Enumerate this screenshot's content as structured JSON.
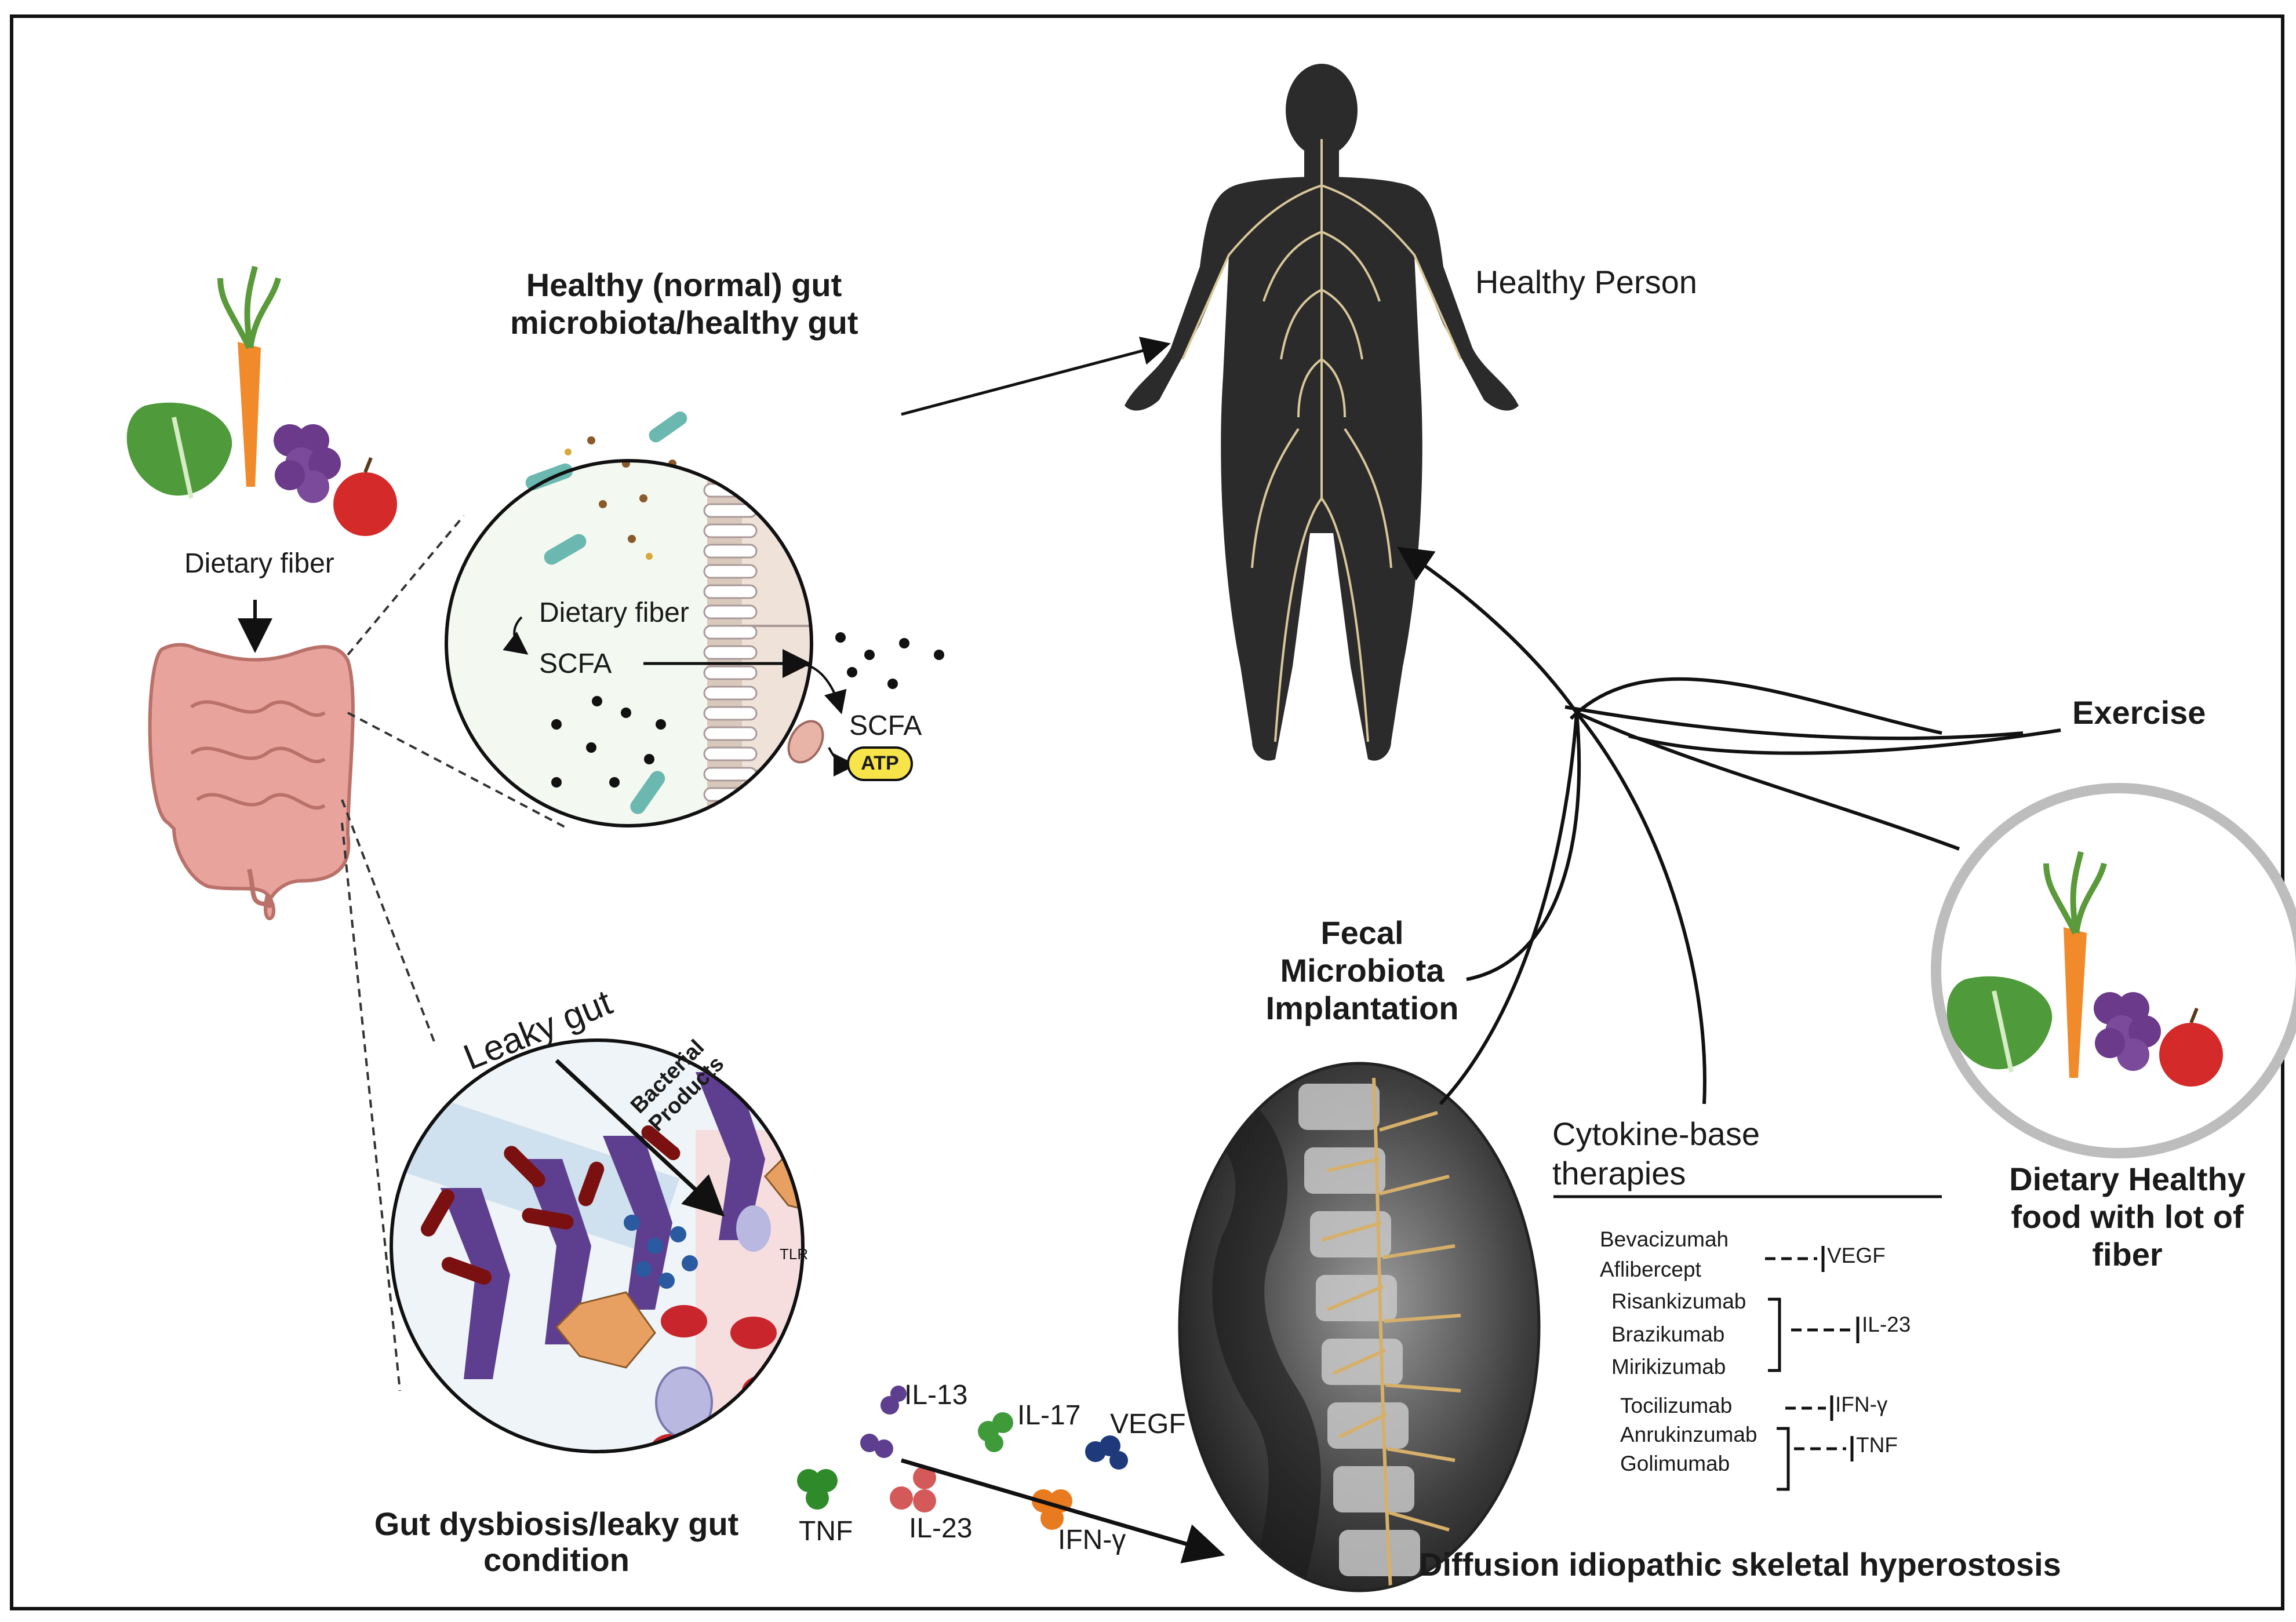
{
  "food_left": {
    "label": "Dietary fiber"
  },
  "healthy_gut": {
    "title_line1": "Healthy (normal) gut",
    "title_line2": "microbiota/healthy gut",
    "dietary_fiber": "Dietary fiber",
    "scfa_left": "SCFA",
    "scfa_right": "SCFA",
    "atp": "ATP"
  },
  "person": {
    "label": "Healthy Person"
  },
  "leaky_gut": {
    "leaky_label": "Leaky gut",
    "bacterial_products": "Bacterial Products",
    "tlr": "TLR",
    "caption_line1": "Gut dysbiosis/leaky gut",
    "caption_line2": "condition"
  },
  "cytokines": [
    "IL-13",
    "IL-17",
    "VEGF",
    "TNF",
    "IL-23",
    "IFN-γ"
  ],
  "interventions": {
    "exercise": "Exercise",
    "fmt_line1": "Fecal",
    "fmt_line2": "Microbiota",
    "fmt_line3": "Implantation",
    "food_line1": "Dietary Healthy",
    "food_line2": "food with lot of",
    "food_line3": "fiber"
  },
  "therapies": {
    "title_line1": "Cytokine-base",
    "title_line2": "therapies",
    "groups": [
      {
        "drugs": [
          "Bevacizumah",
          "Aflibercept"
        ],
        "target": "VEGF"
      },
      {
        "drugs": [
          "Risankizumab",
          "Brazikumab",
          "Mirikizumab"
        ],
        "target": "IL-23"
      },
      {
        "drugs": [
          "Tocilizumab"
        ],
        "target": "IFN-γ"
      },
      {
        "drugs": [
          "Anrukinzumab",
          "Golimumab"
        ],
        "target": "TNF"
      }
    ]
  },
  "dish": {
    "label": "Diffusion idiopathic skeletal hyperostosis"
  },
  "colors": {
    "body_fill": "#2b2b2b",
    "nerve": "#d8c79a",
    "gut_pink": "#e8a49c",
    "tissue": "#efe2d8",
    "red_cell": "#c8262c",
    "purple_cell": "#5e3f8f",
    "orange_cell": "#e8a062",
    "bacteria_teal": "#6bb8b0",
    "frame_grey": "#bdbdbd",
    "atp_yellow": "#f7e34a"
  }
}
